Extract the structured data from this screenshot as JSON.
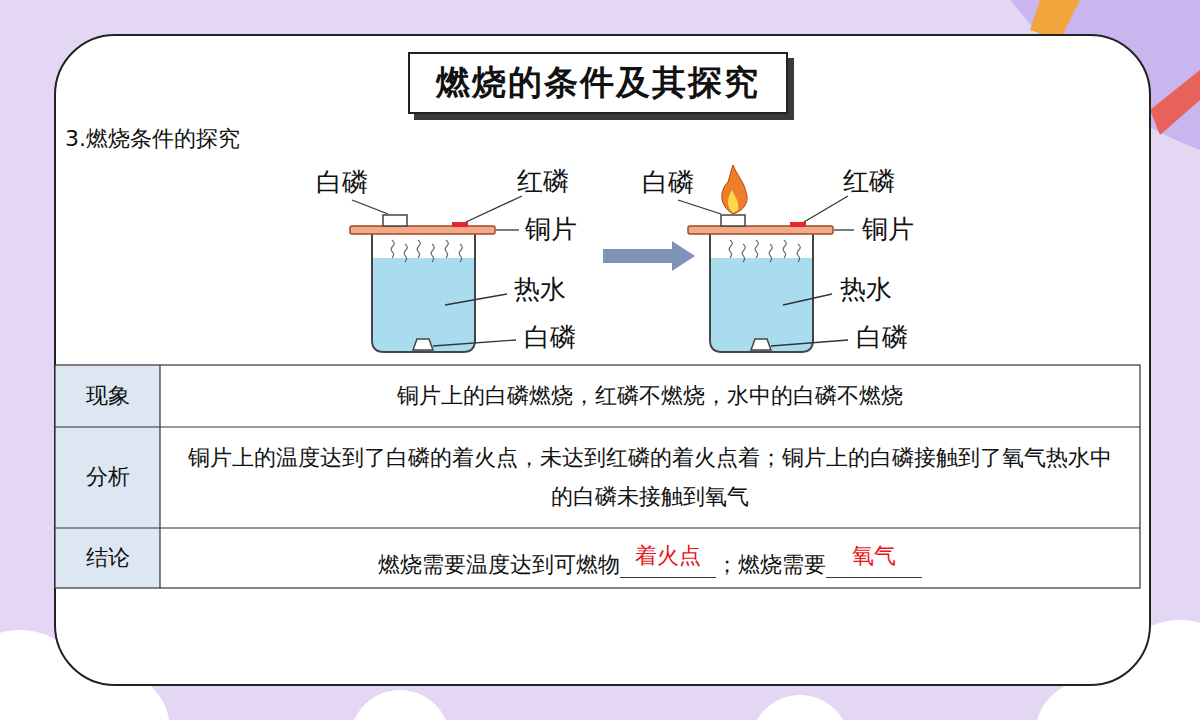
{
  "diagram": {
    "title": "燃烧的条件及其探究",
    "labels": [
      "3.燃烧条件的探究",
      "白磷",
      "红磷",
      "铜片",
      "热水",
      "白磷",
      "白磷",
      "红磷",
      "铜片",
      "热水",
      "白磷",
      "现象",
      "铜片上的白磷燃烧，红磷不燃烧，水中的白磷不燃烧",
      "分析",
      "铜片上的温度达到了白磷的着火点，未达到红磷的着火点着；铜片上的白磷接触到了氧气热水中的白磷未接触到氧气",
      "结论",
      "燃烧需要温度达到可燃物",
      "着火点",
      "；燃烧需要",
      "氧气"
    ]
  }
}
